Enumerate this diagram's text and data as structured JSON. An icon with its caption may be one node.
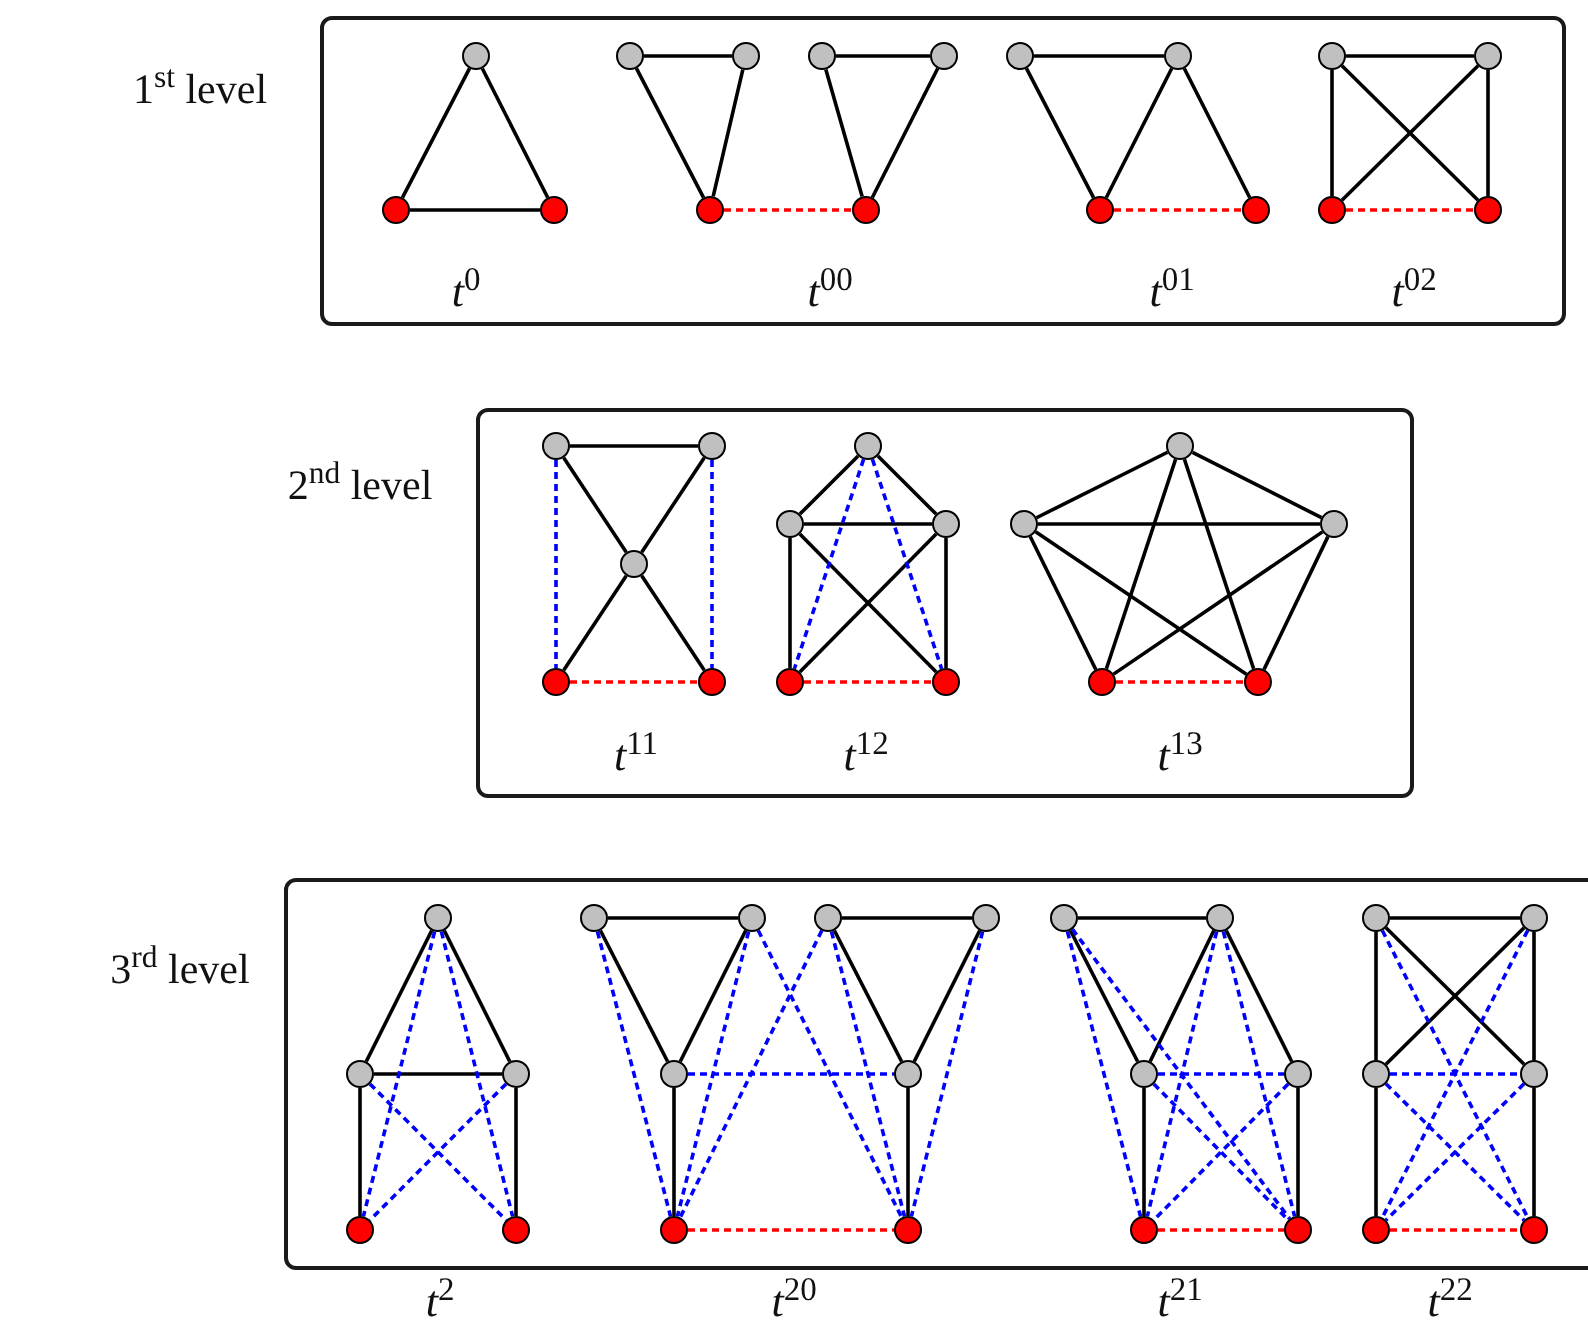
{
  "diagram": {
    "nodes": [
      {
        "text": [
          "1$^{st}$ level"
        ]
      },
      {
        "text": [],
        "shape": "circle",
        "in": 0
      },
      {
        "text": [],
        "shape": "circle",
        "in": 0
      },
      {
        "text": [],
        "shape": "circle",
        "in": 0
      },
      {
        "text": [],
        "shape": "circle",
        "in": 0
      },
      {
        "text": [],
        "shape": "circle",
        "in": 0
      },
      {
        "text": [],
        "shape": "circle",
        "in": 0
      },
      {
        "text": [],
        "shape": "circle",
        "in": 0
      },
      {
        "text": [],
        "shape": "circle",
        "in": 0
      },
      {
        "text": [],
        "shape": "circle",
        "in": 0
      },
      {
        "text": [],
        "shape": "circle",
        "in": 0
      },
      {
        "text": [],
        "shape": "circle",
        "in": 0
      },
      {
        "text": [],
        "shape": "circle",
        "in": 0
      },
      {
        "text": [],
        "shape": "circle",
        "in": 0
      },
      {
        "text": [],
        "shape": "circle",
        "in": 0
      },
      {
        "text": [],
        "shape": "circle",
        "in": 0
      },
      {
        "text": [],
        "shape": "circle",
        "in": 0
      },
      {
        "text": [],
        "shape": "circle",
        "in": 0
      },
      {
        "text": [
          "2$^{nd}$ level"
        ]
      },
      {
        "text": [],
        "shape": "circle",
        "in": 18
      },
      {
        "text": [],
        "shape": "circle",
        "in": 18
      },
      {
        "text": [],
        "shape": "circle",
        "in": 18
      },
      {
        "text": [],
        "shape": "circle",
        "in": 18
      },
      {
        "text": [],
        "shape": "circle",
        "in": 18
      },
      {
        "text": [],
        "shape": "circle",
        "in": 18
      },
      {
        "text": [],
        "shape": "circle",
        "in": 18
      },
      {
        "text": [],
        "shape": "circle",
        "in": 18
      },
      {
        "text": [],
        "shape": "circle",
        "in": 18
      },
      {
        "text": [],
        "shape": "circle",
        "in": 18
      },
      {
        "text": [],
        "shape": "circle",
        "in": 18
      },
      {
        "text": [],
        "shape": "circle",
        "in": 18
      },
      {
        "text": [],
        "shape": "circle",
        "in": 18
      },
      {
        "text": [],
        "shape": "circle",
        "in": 18
      },
      {
        "text": [],
        "shape": "circle",
        "in": 18
      },
      {
        "text": [
          "3$^{rd}$ level"
        ]
      },
      {
        "text": [],
        "shape": "circle",
        "in": 34
      },
      {
        "text": [],
        "shape": "circle",
        "in": 34
      },
      {
        "text": [],
        "shape": "circle",
        "in": 34
      },
      {
        "text": [],
        "shape": "circle",
        "in": 34
      },
      {
        "text": [],
        "shape": "circle",
        "in": 34
      },
      {
        "text": [],
        "shape": "circle",
        "in": 34
      },
      {
        "text": [],
        "shape": "circle",
        "in": 34
      },
      {
        "text": [],
        "shape": "circle",
        "in": 34
      },
      {
        "text": [],
        "shape": "circle",
        "in": 34
      },
      {
        "text": [],
        "shape": "circle",
        "in": 34
      },
      {
        "text": [],
        "shape": "circle",
        "in": 34
      },
      {
        "text": [],
        "shape": "circle",
        "in": 34
      },
      {
        "text": [],
        "shape": "circle",
        "in": 34
      },
      {
        "text": [],
        "shape": "circle",
        "in": 34
      },
      {
        "text": [],
        "shape": "circle",
        "in": 34
      },
      {
        "text": [],
        "shape": "circle",
        "in": 34
      },
      {
        "text": [],
        "shape": "circle",
        "in": 34
      },
      {
        "text": [],
        "shape": "circle",
        "in": 34
      },
      {
        "text": [],
        "shape": "circle",
        "in": 34
      },
      {
        "text": [],
        "shape": "circle",
        "in": 34
      },
      {
        "text": [],
        "shape": "circle",
        "in": 34
      },
      {
        "text": [],
        "shape": "circle",
        "in": 34
      },
      {
        "text": [],
        "shape": "circle",
        "in": 34
      },
      {
        "text": [],
        "shape": "circle",
        "in": 34
      },
      {
        "text": [],
        "shape": "circle",
        "in": 34
      }
    ],
    "edges": [
      {
        "from": 1,
        "to": 2,
        "arrow": "none"
      },
      {
        "from": 1,
        "to": 3,
        "arrow": "none"
      },
      {
        "from": 2,
        "to": 3,
        "arrow": "none"
      },
      {
        "from": 4,
        "to": 5,
        "arrow": "none"
      },
      {
        "from": 4,
        "to": 6,
        "arrow": "none"
      },
      {
        "from": 5,
        "to": 6,
        "arrow": "none"
      },
      {
        "from": 7,
        "to": 8,
        "arrow": "none"
      },
      {
        "from": 7,
        "to": 9,
        "arrow": "none"
      },
      {
        "from": 8,
        "to": 9,
        "arrow": "none"
      },
      {
        "from": 6,
        "to": 9,
        "arrow": "none",
        "style": "dashed",
        "color": "#ff0000"
      },
      {
        "from": 10,
        "to": 11,
        "arrow": "none"
      },
      {
        "from": 10,
        "to": 12,
        "arrow": "none"
      },
      {
        "from": 11,
        "to": 12,
        "arrow": "none"
      },
      {
        "from": 11,
        "to": 13,
        "arrow": "none"
      },
      {
        "from": 12,
        "to": 13,
        "arrow": "none",
        "style": "dashed",
        "color": "#ff0000"
      },
      {
        "from": 14,
        "to": 15,
        "arrow": "none"
      },
      {
        "from": 14,
        "to": 16,
        "arrow": "none"
      },
      {
        "from": 15,
        "to": 17,
        "arrow": "none"
      },
      {
        "from": 14,
        "to": 17,
        "arrow": "none"
      },
      {
        "from": 15,
        "to": 16,
        "arrow": "none"
      },
      {
        "from": 16,
        "to": 17,
        "arrow": "none",
        "style": "dashed",
        "color": "#ff0000"
      },
      {
        "from": 19,
        "to": 20,
        "arrow": "none"
      },
      {
        "from": 19,
        "to": 21,
        "arrow": "none"
      },
      {
        "from": 20,
        "to": 21,
        "arrow": "none"
      },
      {
        "from": 21,
        "to": 22,
        "arrow": "none"
      },
      {
        "from": 21,
        "to": 23,
        "arrow": "none"
      },
      {
        "from": 19,
        "to": 22,
        "arrow": "none",
        "style": "dashed",
        "color": "#0000ff"
      },
      {
        "from": 20,
        "to": 23,
        "arrow": "none",
        "style": "dashed",
        "color": "#0000ff"
      },
      {
        "from": 22,
        "to": 23,
        "arrow": "none",
        "style": "dashed",
        "color": "#ff0000"
      },
      {
        "from": 24,
        "to": 25,
        "arrow": "none"
      },
      {
        "from": 24,
        "to": 26,
        "arrow": "none"
      },
      {
        "from": 25,
        "to": 26,
        "arrow": "none"
      },
      {
        "from": 25,
        "to": 27,
        "arrow": "none"
      },
      {
        "from": 26,
        "to": 28,
        "arrow": "none"
      },
      {
        "from": 25,
        "to": 28,
        "arrow": "none"
      },
      {
        "from": 26,
        "to": 27,
        "arrow": "none"
      },
      {
        "from": 24,
        "to": 27,
        "arrow": "none",
        "style": "dashed",
        "color": "#0000ff"
      },
      {
        "from": 24,
        "to": 28,
        "arrow": "none",
        "style": "dashed",
        "color": "#0000ff"
      },
      {
        "from": 27,
        "to": 28,
        "arrow": "none",
        "style": "dashed",
        "color": "#ff0000"
      },
      {
        "from": 29,
        "to": 30,
        "arrow": "none"
      },
      {
        "from": 29,
        "to": 31,
        "arrow": "none"
      },
      {
        "from": 30,
        "to": 31,
        "arrow": "none"
      },
      {
        "from": 29,
        "to": 32,
        "arrow": "none"
      },
      {
        "from": 29,
        "to": 33,
        "arrow": "none"
      },
      {
        "from": 30,
        "to": 32,
        "arrow": "none"
      },
      {
        "from": 31,
        "to": 33,
        "arrow": "none"
      },
      {
        "from": 30,
        "to": 33,
        "arrow": "none"
      },
      {
        "from": 31,
        "to": 32,
        "arrow": "none"
      },
      {
        "from": 32,
        "to": 33,
        "arrow": "none",
        "style": "dashed",
        "color": "#ff0000"
      },
      {
        "from": 35,
        "to": 36,
        "arrow": "none"
      },
      {
        "from": 35,
        "to": 37,
        "arrow": "none"
      },
      {
        "from": 36,
        "to": 37,
        "arrow": "none"
      },
      {
        "from": 36,
        "to": 38,
        "arrow": "none"
      },
      {
        "from": 37,
        "to": 39,
        "arrow": "none"
      },
      {
        "from": 35,
        "to": 38,
        "arrow": "none",
        "style": "dashed",
        "color": "#0000ff"
      },
      {
        "from": 35,
        "to": 39,
        "arrow": "none",
        "style": "dashed",
        "color": "#0000ff"
      },
      {
        "from": 36,
        "to": 39,
        "arrow": "none",
        "style": "dashed",
        "color": "#0000ff"
      },
      {
        "from": 37,
        "to": 38,
        "arrow": "none",
        "style": "dashed",
        "color": "#0000ff"
      },
      {
        "from": 40,
        "to": 41,
        "arrow": "none"
      },
      {
        "from": 40,
        "to": 44,
        "arrow": "none"
      },
      {
        "from": 41,
        "to": 44,
        "arrow": "none"
      },
      {
        "from": 44,
        "to": 46,
        "arrow": "none"
      },
      {
        "from": 42,
        "to": 43,
        "arrow": "none"
      },
      {
        "from": 42,
        "to": 45,
        "arrow": "none"
      },
      {
        "from": 43,
        "to": 45,
        "arrow": "none"
      },
      {
        "from": 45,
        "to": 47,
        "arrow": "none"
      },
      {
        "from": 40,
        "to": 46,
        "arrow": "none",
        "style": "dashed",
        "color": "#0000ff"
      },
      {
        "from": 41,
        "to": 46,
        "arrow": "none",
        "style": "dashed",
        "color": "#0000ff"
      },
      {
        "from": 42,
        "to": 46,
        "arrow": "none",
        "style": "dashed",
        "color": "#0000ff"
      },
      {
        "from": 41,
        "to": 47,
        "arrow": "none",
        "style": "dashed",
        "color": "#0000ff"
      },
      {
        "from": 42,
        "to": 47,
        "arrow": "none",
        "style": "dashed",
        "color": "#0000ff"
      },
      {
        "from": 43,
        "to": 47,
        "arrow": "none",
        "style": "dashed",
        "color": "#0000ff"
      },
      {
        "from": 44,
        "to": 45,
        "arrow": "none",
        "style": "dashed",
        "color": "#0000ff"
      },
      {
        "from": 46,
        "to": 47,
        "arrow": "none",
        "style": "dashed",
        "color": "#ff0000"
      },
      {
        "from": 48,
        "to": 49,
        "arrow": "none"
      },
      {
        "from": 48,
        "to": 50,
        "arrow": "none"
      },
      {
        "from": 49,
        "to": 50,
        "arrow": "none"
      },
      {
        "from": 49,
        "to": 51,
        "arrow": "none"
      },
      {
        "from": 50,
        "to": 52,
        "arrow": "none"
      },
      {
        "from": 51,
        "to": 53,
        "arrow": "none"
      },
      {
        "from": 48,
        "to": 52,
        "arrow": "none",
        "style": "dashed",
        "color": "#0000ff"
      },
      {
        "from": 48,
        "to": 53,
        "arrow": "none",
        "style": "dashed",
        "color": "#0000ff"
      },
      {
        "from": 49,
        "to": 52,
        "arrow": "none",
        "style": "dashed",
        "color": "#0000ff"
      },
      {
        "from": 49,
        "to": 53,
        "arrow": "none",
        "style": "dashed",
        "color": "#0000ff"
      },
      {
        "from": 50,
        "to": 51,
        "arrow": "none",
        "style": "dashed",
        "color": "#0000ff"
      },
      {
        "from": 50,
        "to": 53,
        "arrow": "none",
        "style": "dashed",
        "color": "#0000ff"
      },
      {
        "from": 51,
        "to": 52,
        "arrow": "none",
        "style": "dashed",
        "color": "#0000ff"
      },
      {
        "from": 52,
        "to": 53,
        "arrow": "none",
        "style": "dashed",
        "color": "#ff0000"
      },
      {
        "from": 54,
        "to": 55,
        "arrow": "none"
      },
      {
        "from": 54,
        "to": 56,
        "arrow": "none"
      },
      {
        "from": 55,
        "to": 57,
        "arrow": "none"
      },
      {
        "from": 54,
        "to": 57,
        "arrow": "none"
      },
      {
        "from": 55,
        "to": 56,
        "arrow": "none"
      },
      {
        "from": 56,
        "to": 58,
        "arrow": "none"
      },
      {
        "from": 57,
        "to": 59,
        "arrow": "none"
      },
      {
        "from": 54,
        "to": 59,
        "arrow": "none",
        "style": "dashed",
        "color": "#0000ff"
      },
      {
        "from": 55,
        "to": 58,
        "arrow": "none",
        "style": "dashed",
        "color": "#0000ff"
      },
      {
        "from": 56,
        "to": 57,
        "arrow": "none",
        "style": "dashed",
        "color": "#0000ff"
      },
      {
        "from": 56,
        "to": 59,
        "arrow": "none",
        "style": "dashed",
        "color": "#0000ff"
      },
      {
        "from": 57,
        "to": 58,
        "arrow": "none",
        "style": "dashed",
        "color": "#0000ff"
      },
      {
        "from": 58,
        "to": 59,
        "arrow": "none",
        "style": "dashed",
        "color": "#ff0000"
      }
    ],
    "labels": [
      "*t*$^{0}$",
      "*t*$^{00}$",
      "*t*$^{01}$",
      "*t*$^{02}$",
      "*t*$^{11}$",
      "*t*$^{12}$",
      "*t*$^{13}$",
      "*t*$^{2}$",
      "*t*$^{20}$",
      "*t*$^{21}$",
      "*t*$^{22}$"
    ]
  }
}
